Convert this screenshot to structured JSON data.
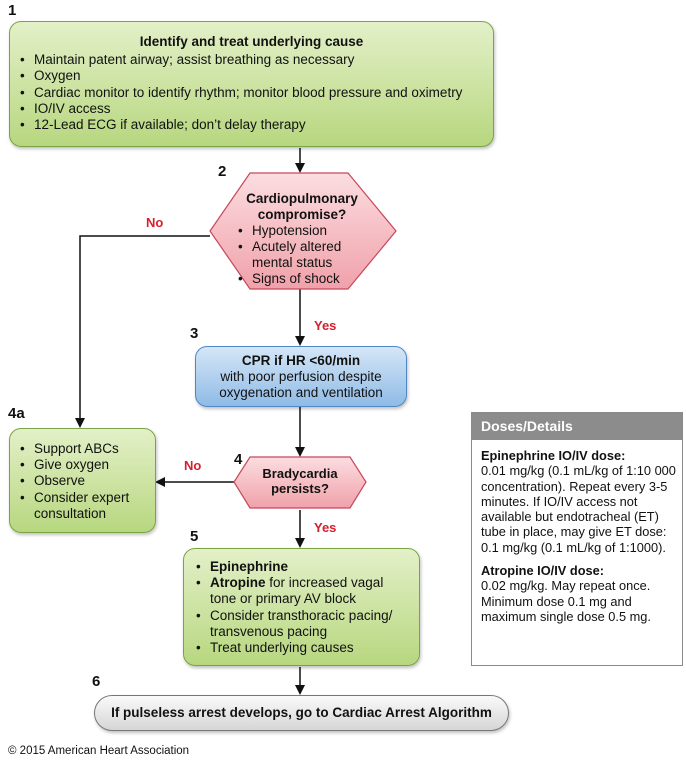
{
  "steps": {
    "s1": {
      "number": "1",
      "title": "Identify and treat underlying cause",
      "items": [
        "Maintain patent airway; assist breathing as necessary",
        "Oxygen",
        "Cardiac monitor to identify rhythm; monitor blood pressure and oximetry",
        "IO/IV access",
        "12-Lead ECG if available; don’t delay therapy"
      ]
    },
    "s2": {
      "number": "2",
      "title": "Cardiopulmonary compromise?",
      "items": [
        "Hypotension",
        "Acutely altered mental status",
        "Signs of shock"
      ]
    },
    "s3": {
      "number": "3",
      "title": "CPR if HR <60/min",
      "text": "with poor perfusion despite oxygenation and ventilation"
    },
    "s4": {
      "number": "4",
      "title": "Bradycardia persists?"
    },
    "s4a": {
      "number": "4a",
      "items": [
        "Support ABCs",
        "Give oxygen",
        "Observe",
        "Consider expert consultation"
      ]
    },
    "s5": {
      "number": "5",
      "items": [
        {
          "bold": "Epinephrine",
          "rest": ""
        },
        {
          "bold": "Atropine",
          "rest": " for increased vagal tone or primary AV block"
        },
        {
          "bold": "",
          "rest": "Consider transthoracic pacing/ transvenous pacing"
        },
        {
          "bold": "",
          "rest": "Treat underlying causes"
        }
      ]
    },
    "s6": {
      "number": "6",
      "text": "If pulseless arrest develops, go to Cardiac Arrest Algorithm"
    }
  },
  "edge_labels": {
    "no_2": "No",
    "yes_2": "Yes",
    "no_4": "No",
    "yes_4": "Yes"
  },
  "doses": {
    "header": "Doses/Details",
    "epi_heading": "Epinephrine IO/IV dose:",
    "epi_text": "0.01 mg/kg (0.1 mL/kg of 1:10 000 concentration). Repeat every 3-5 minutes. If IO/IV access not available but endotracheal (ET) tube in place, may give ET dose: 0.1 mg/kg (0.1 mL/kg of 1:1000).",
    "atropine_heading": "Atropine IO/IV dose:",
    "atropine_text": "0.02 mg/kg. May repeat once. Minimum dose 0.1 mg and maximum single dose 0.5 mg."
  },
  "copyright": "© 2015 American Heart Association",
  "colors": {
    "green_fill": "#b7d77f",
    "green_border": "#7aa344",
    "red_fill": "#f2a7b0",
    "red_border": "#c7485a",
    "blue_fill": "#8fbbe6",
    "blue_border": "#4f86c6",
    "edge_label": "#d6202f",
    "doses_header": "#8c8c8c"
  }
}
